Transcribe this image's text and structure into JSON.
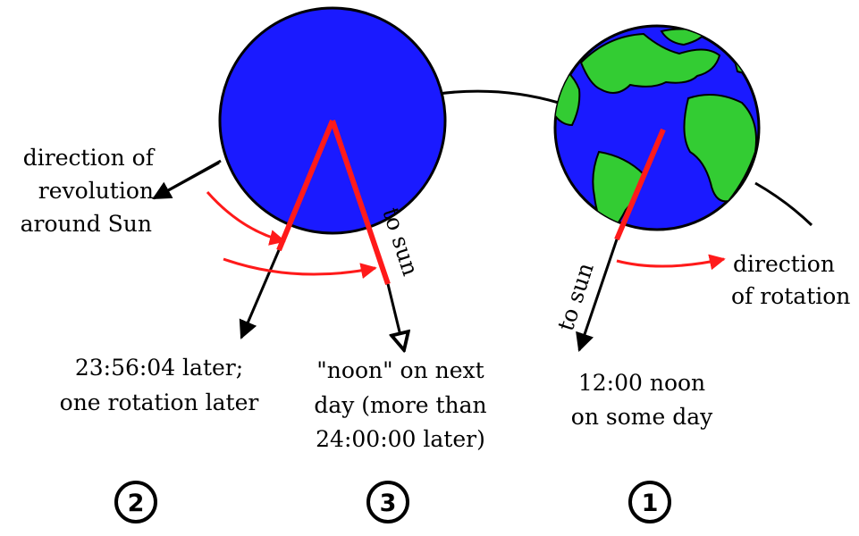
{
  "diagram": {
    "labels": {
      "revolution": [
        "direction of",
        "revolution",
        "around Sun"
      ],
      "rotation": [
        "direction",
        "of rotation"
      ],
      "to_sun_1": "to sun",
      "to_sun_3": "to sun",
      "pos2_caption": [
        "23:56:04 later;",
        "one rotation later"
      ],
      "pos3_caption": [
        "\"noon\" on next",
        "day (more than",
        "24:00:00 later)"
      ],
      "pos1_caption": [
        "12:00 noon",
        "on some day"
      ]
    },
    "markers": {
      "pos2": "2",
      "pos3": "3",
      "pos1": "1"
    },
    "colors": {
      "earth_blue": "#1a1aff",
      "land_green": "#33cc33",
      "arrow_red": "#ff1a1a",
      "outline": "#000000"
    }
  }
}
